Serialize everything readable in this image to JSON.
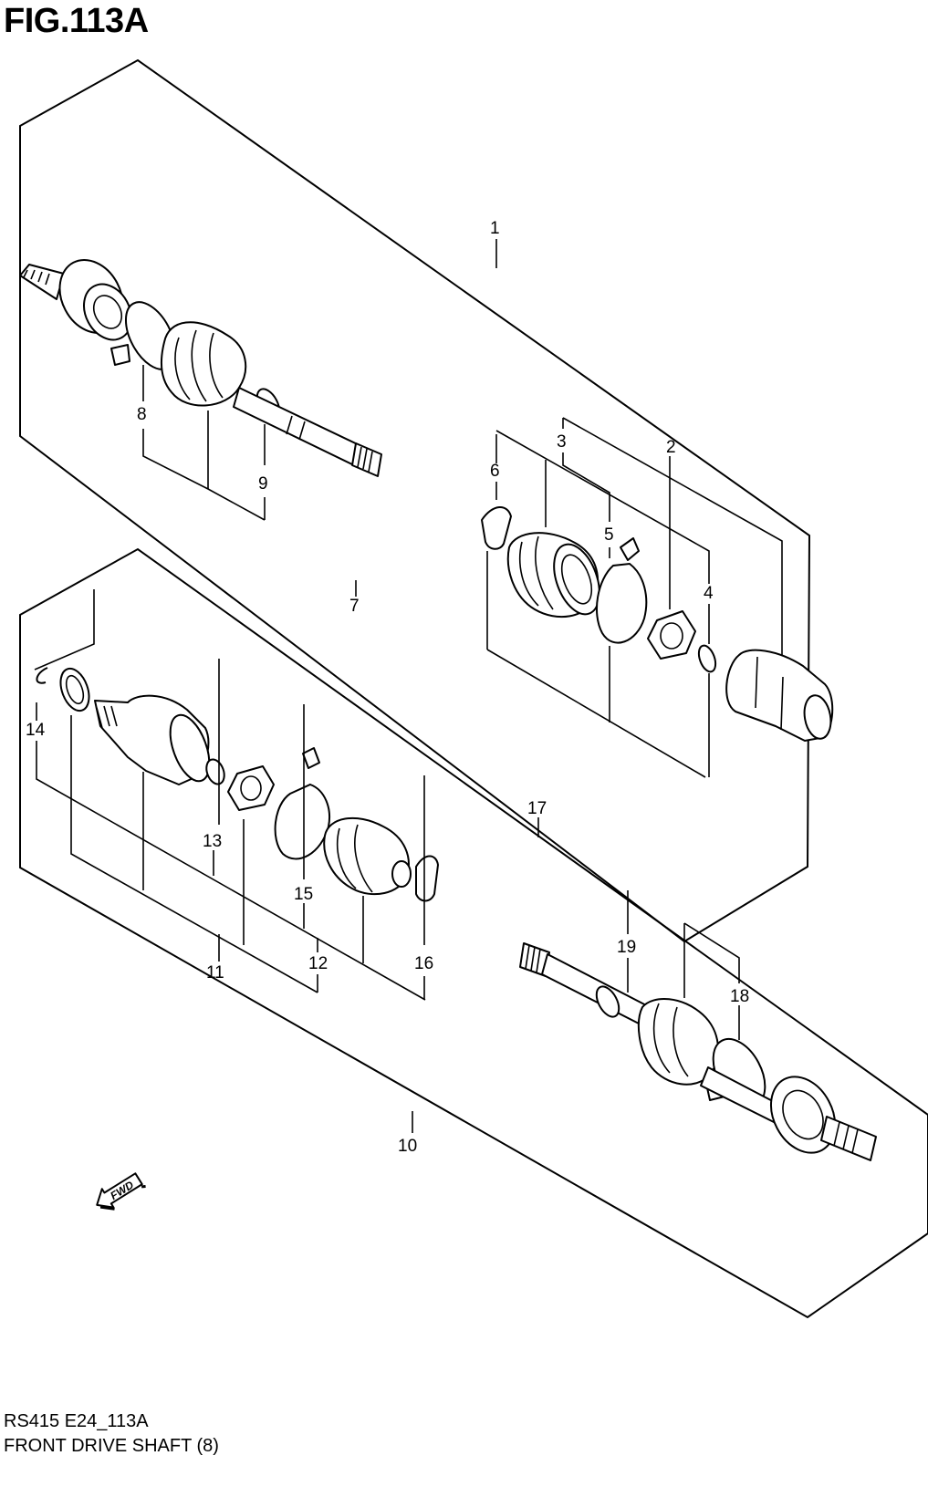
{
  "figure": {
    "title": "FIG.113A",
    "code": "RS415 E24_113A",
    "name": "FRONT DRIVE SHAFT (8)"
  },
  "fwd_marker": {
    "label": "FWD",
    "icon": "fwd-arrow-icon"
  },
  "callouts": {
    "c1": "1",
    "c2": "2",
    "c3": "3",
    "c4": "4",
    "c5": "5",
    "c6": "6",
    "c7": "7",
    "c8": "8",
    "c9": "9",
    "c10": "10",
    "c11": "11",
    "c12": "12",
    "c13": "13",
    "c14": "14",
    "c15": "15",
    "c16": "16",
    "c17": "17",
    "c18": "18",
    "c19": "19"
  }
}
